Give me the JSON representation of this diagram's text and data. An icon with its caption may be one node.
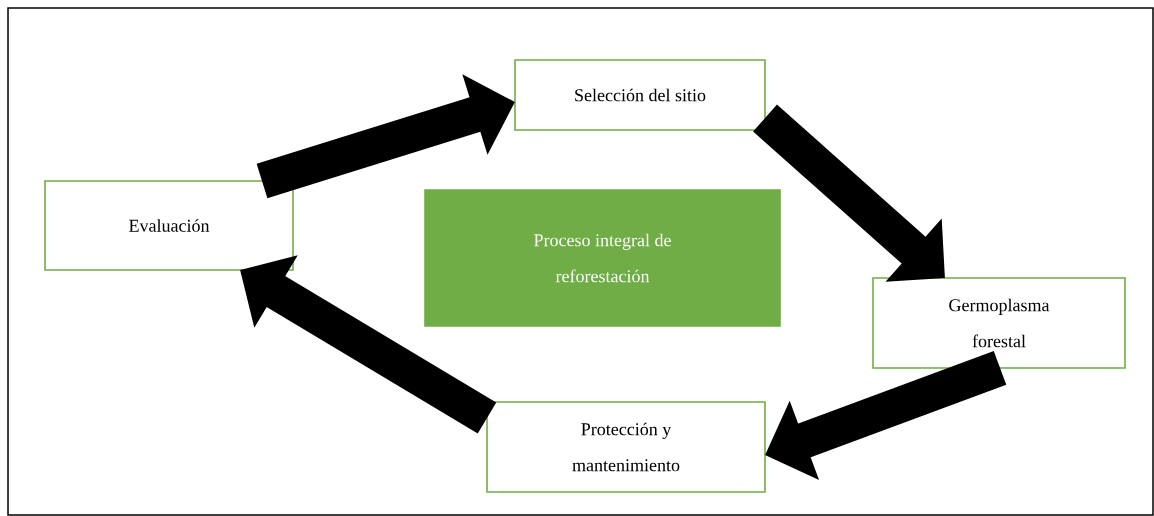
{
  "diagram": {
    "nodes": [
      {
        "text": [
          "Selección del sitio"
        ]
      },
      {
        "text": [
          "Evaluación"
        ]
      },
      {
        "text": [
          "Proceso integral de reforestación"
        ]
      },
      {
        "text": [
          "Germoplasma forestal"
        ]
      },
      {
        "text": [
          "Protección y mantenimiento"
        ]
      }
    ],
    "edges": [
      {
        "from": 1,
        "to": 0,
        "arrow": "to"
      },
      {
        "from": 0,
        "to": 3,
        "arrow": "to"
      },
      {
        "from": 3,
        "to": 4,
        "arrow": "to"
      },
      {
        "from": 4,
        "to": 1,
        "arrow": "to"
      }
    ]
  }
}
